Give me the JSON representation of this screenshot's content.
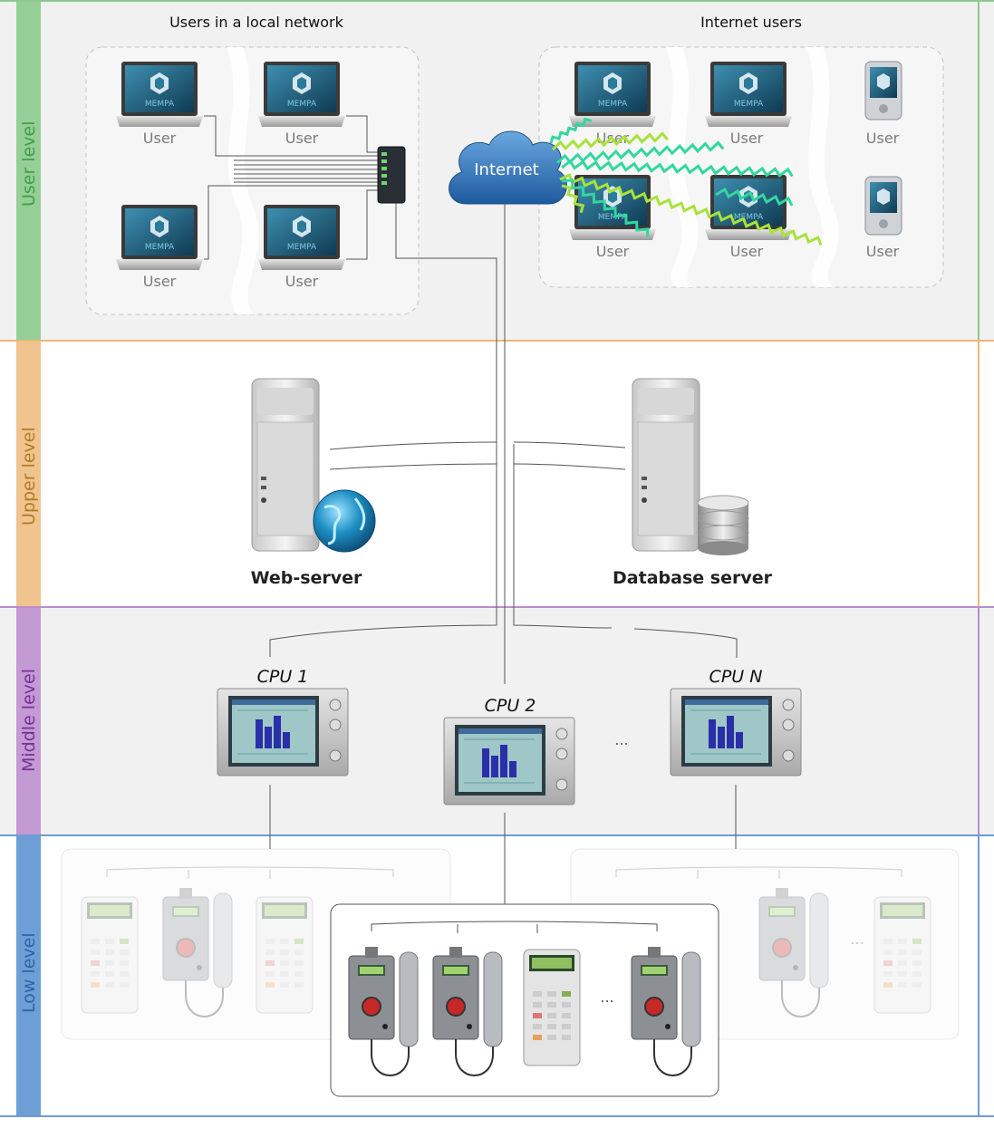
{
  "levels": {
    "user": {
      "label": "User level",
      "color": "#8dc98f"
    },
    "upper": {
      "label": "Upper level",
      "color": "#e8b87a"
    },
    "middle": {
      "label": "Middle level",
      "color": "#b98ecb"
    },
    "low": {
      "label": "Low level",
      "color": "#6f9cd0"
    }
  },
  "user_level": {
    "local_title": "Users in a local network",
    "internet_title": "Internet users",
    "user_label": "User",
    "laptop_brand": "MEMPA",
    "internet_label": "Internet"
  },
  "upper_level": {
    "web_server_label": "Web-server",
    "db_server_label": "Database server"
  },
  "middle_level": {
    "cpu1_label": "CPU 1",
    "cpu2_label": "CPU 2",
    "cpun_label": "CPU N",
    "ellipsis": "..."
  },
  "low_level": {
    "ellipsis": "..."
  },
  "colors": {
    "wireless_green": "#a8e23a",
    "wireless_cyan": "#33d6a0",
    "panel_bg": "#f1f1f1",
    "screen_blue": "#1f5c7a"
  }
}
